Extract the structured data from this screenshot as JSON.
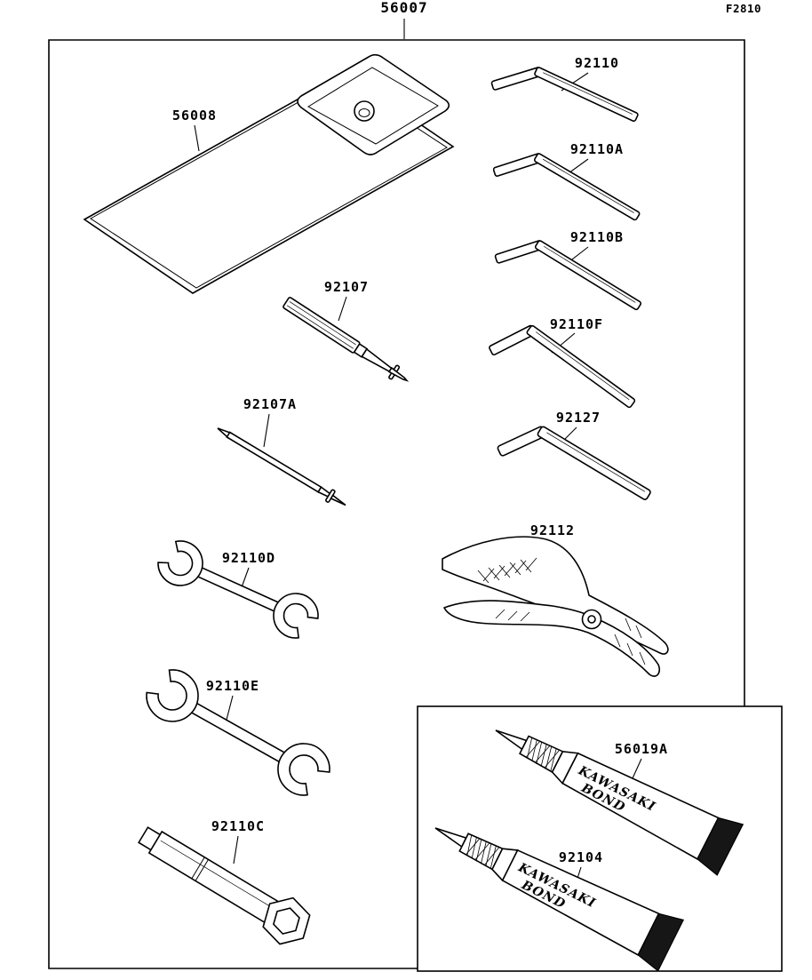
{
  "figure": {
    "code": "F2810",
    "kit_part_number": "56007"
  },
  "parts": {
    "pouch": "56008",
    "hex_key": "92110",
    "hex_key_a": "92110A",
    "hex_key_b": "92110B",
    "hex_key_f": "92110F",
    "hex_key_large": "92127",
    "screwdriver": "92107",
    "screwdriver_small": "92107A",
    "wrench_small": "92110D",
    "wrench_large": "92110E",
    "plug_wrench": "92110C",
    "pliers": "92112",
    "bond_tube_a": "56019A",
    "bond_tube_b": "92104"
  },
  "tube_print": {
    "line1": "KAWASAKI",
    "line2": "BOND"
  },
  "colors": {
    "line": "#000000",
    "background": "#ffffff",
    "crimp_end": "#161616"
  }
}
